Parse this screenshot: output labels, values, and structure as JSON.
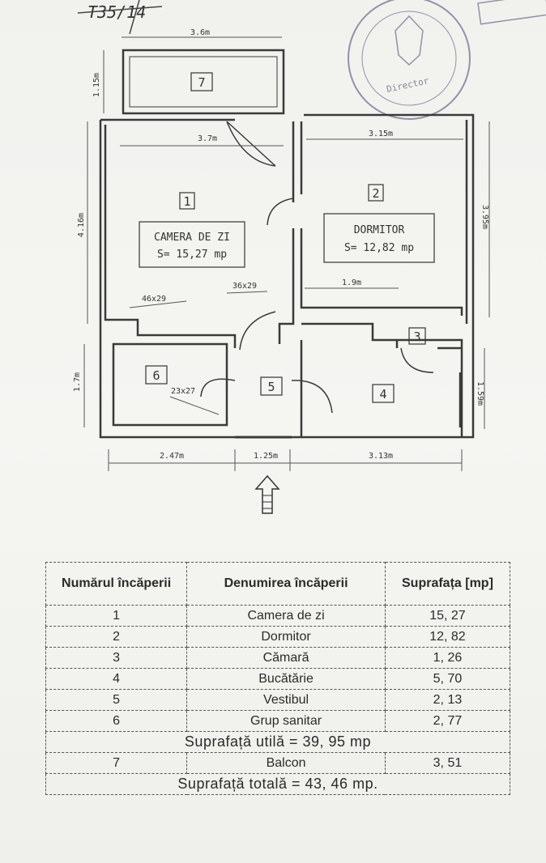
{
  "header_mark": "T35/14",
  "stamp": {
    "line1": "Director"
  },
  "dimensions": {
    "top": "3.6m",
    "balcony_height": "1.15m",
    "room1_width": "3.7m",
    "room2_width": "3.15m",
    "left_height": "4.16m",
    "right_height": "3.95m",
    "vent1": "46x29",
    "vent2": "36x29",
    "room3_width": "1.9m",
    "left_lower": "1.7m",
    "vent3": "23x27",
    "right_lower": "1.59m",
    "bottom_left": "2.47m",
    "bottom_mid": "1.25m",
    "bottom_right": "3.13m"
  },
  "rooms": {
    "r1": {
      "num": "1",
      "label": "CAMERA DE ZI",
      "area": "S= 15,27 mp"
    },
    "r2": {
      "num": "2",
      "label": "DORMITOR",
      "area": "S= 12,82 mp"
    },
    "r3": {
      "num": "3"
    },
    "r4": {
      "num": "4"
    },
    "r5": {
      "num": "5"
    },
    "r6": {
      "num": "6"
    },
    "r7": {
      "num": "7"
    }
  },
  "table": {
    "headers": [
      "Numărul încăperii",
      "Denumirea încăperii",
      "Suprafața [mp]"
    ],
    "rows": [
      {
        "num": "1",
        "name": "Camera de zi",
        "area": "15, 27"
      },
      {
        "num": "2",
        "name": "Dormitor",
        "area": "12, 82"
      },
      {
        "num": "3",
        "name": "Cămară",
        "area": "1, 26"
      },
      {
        "num": "4",
        "name": "Bucătărie",
        "area": "5, 70"
      },
      {
        "num": "5",
        "name": "Vestibul",
        "area": "2, 13"
      },
      {
        "num": "6",
        "name": "Grup sanitar",
        "area": "2, 77"
      }
    ],
    "useful_total": "Suprafață utilă = 39, 95 mp",
    "balcony": {
      "num": "7",
      "name": "Balcon",
      "area": "3, 51"
    },
    "grand_total": "Suprafață totală = 43, 46 mp."
  }
}
